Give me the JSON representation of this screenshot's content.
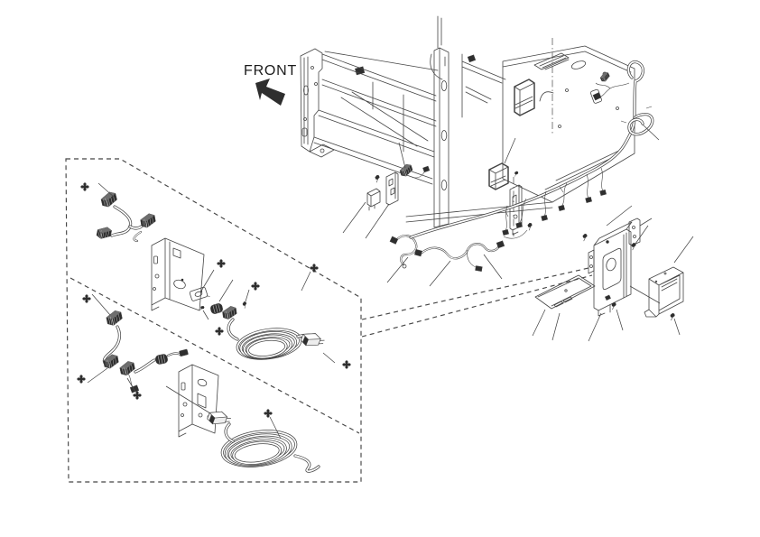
{
  "page": {
    "background": "#ffffff",
    "colors": {
      "line": "#454545",
      "dark": "#2e2e2e",
      "mid": "#6e6e6e",
      "light": "#ededed",
      "text": "#1b1b1b",
      "background": "#ffffff"
    }
  },
  "labels": {
    "front": "FRONT"
  },
  "icons": {
    "front_arrow": "northwest-solid-arrow",
    "screw": "phillips-screw-head-cross",
    "bolt": "small-machine-screw"
  }
}
